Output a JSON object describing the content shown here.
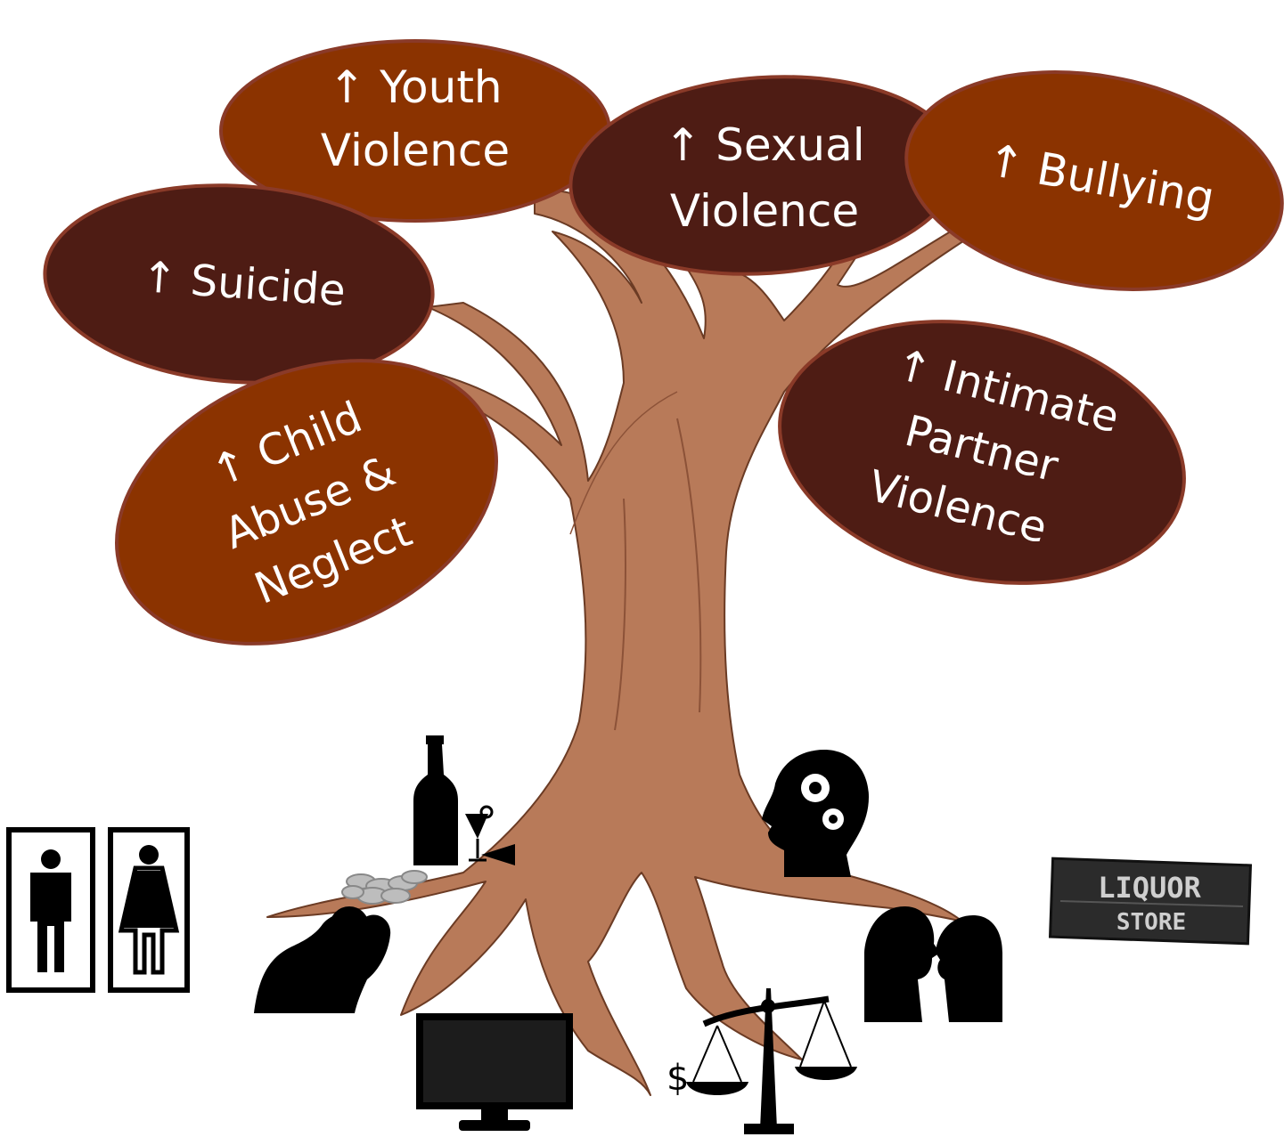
{
  "leaves": [
    {
      "id": "youth-violence",
      "lines": [
        "↑ Youth",
        "Violence"
      ],
      "color": "#8b3300"
    },
    {
      "id": "sexual-violence",
      "lines": [
        "↑ Sexual",
        "Violence"
      ],
      "color": "#4e1c14"
    },
    {
      "id": "bullying",
      "lines": [
        "↑  Bullying"
      ],
      "color": "#8b3300"
    },
    {
      "id": "suicide",
      "lines": [
        "↑ Suicide"
      ],
      "color": "#4e1c14"
    },
    {
      "id": "child-abuse-neglect",
      "lines": [
        "↑ Child",
        "Abuse &",
        "Neglect"
      ],
      "color": "#8b3300"
    },
    {
      "id": "intimate-partner-violence",
      "lines": [
        "↑ Intimate",
        "Partner",
        "Violence"
      ],
      "color": "#4e1c14"
    }
  ],
  "colors": {
    "trunk": "#b87a59",
    "trunk_outline": "#6b3b24",
    "leaf_border": "#8a3a28",
    "silhouette": "#000000"
  },
  "root_icons": [
    {
      "name": "restroom-signs-icon"
    },
    {
      "name": "alcohol-bottle-glass-icon"
    },
    {
      "name": "pills-icon"
    },
    {
      "name": "distressed-person-icon"
    },
    {
      "name": "computer-monitor-icon"
    },
    {
      "name": "money-scales-icon",
      "symbol": "$"
    },
    {
      "name": "head-gears-icon"
    },
    {
      "name": "arguing-couple-icon"
    },
    {
      "name": "liquor-store-sign-icon",
      "lines": [
        "LIQUOR",
        "STORE"
      ]
    }
  ]
}
